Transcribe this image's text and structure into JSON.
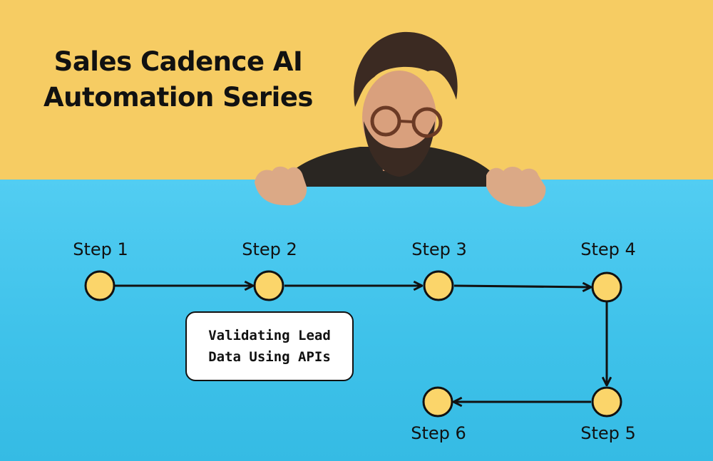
{
  "title": {
    "line1": "Sales Cadence AI",
    "line2": "Automation Series"
  },
  "steps": [
    {
      "label": "Step 1"
    },
    {
      "label": "Step 2"
    },
    {
      "label": "Step 3"
    },
    {
      "label": "Step 4"
    },
    {
      "label": "Step 5"
    },
    {
      "label": "Step 6"
    }
  ],
  "callout": {
    "line1": "Validating Lead",
    "line2": "Data Using APIs"
  },
  "colors": {
    "top_background": "#f6cc63",
    "bottom_background": "#45c5ec",
    "node_fill": "#fbd56a",
    "line": "#111111"
  }
}
